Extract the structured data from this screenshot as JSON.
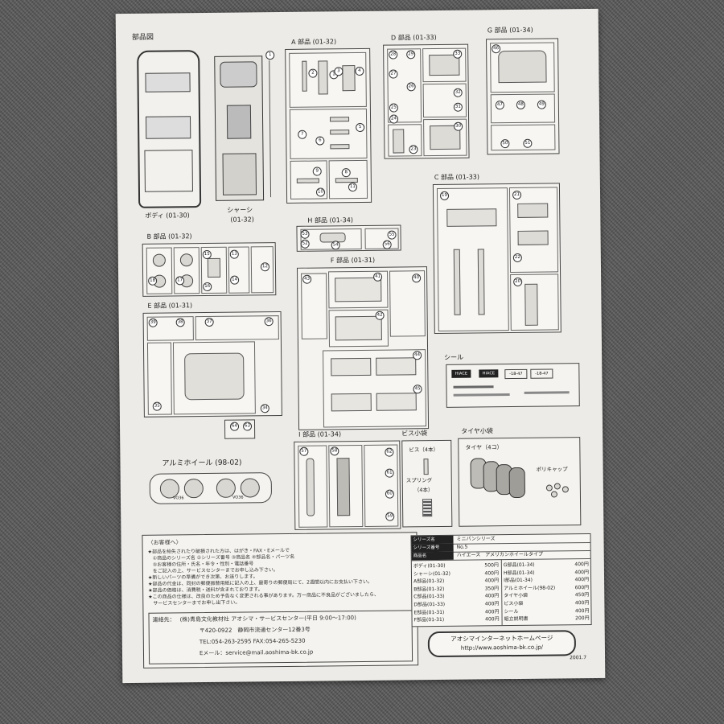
{
  "sheet": {
    "title": "部品図",
    "body": {
      "label": "ボディ (01-30)"
    },
    "chassis": {
      "label": "シャーシ",
      "code": "(01-32)"
    },
    "sections": {
      "A": {
        "title": "A 部品 (01-32)",
        "nums": [
          "1",
          "2",
          "3",
          "4",
          "5",
          "6",
          "7",
          "8",
          "9",
          "10",
          "11"
        ]
      },
      "D": {
        "title": "D 部品 (01-33)",
        "nums": [
          "28",
          "29",
          "27",
          "26",
          "25",
          "24",
          "23",
          "33",
          "32",
          "31",
          "30"
        ]
      },
      "G": {
        "title": "G 部品 (01-34)",
        "nums": [
          "46",
          "47",
          "48",
          "49",
          "50",
          "51"
        ]
      },
      "B": {
        "title": "B 部品 (01-32)",
        "nums": [
          "18",
          "17",
          "16",
          "15",
          "14",
          "13",
          "12"
        ]
      },
      "H": {
        "title": "H 部品 (01-34)",
        "nums": [
          "53",
          "52",
          "54",
          "55",
          "56"
        ]
      },
      "C": {
        "title": "C 部品 (01-33)",
        "nums": [
          "19",
          "21",
          "22",
          "20"
        ]
      },
      "E": {
        "title": "E 部品 (01-31)",
        "nums": [
          "39",
          "38",
          "37",
          "36",
          "35",
          "34",
          "64",
          "63"
        ]
      },
      "F": {
        "title": "F 部品 (01-31)",
        "nums": [
          "43",
          "41",
          "40",
          "42",
          "44",
          "45"
        ]
      },
      "I": {
        "title": "I 部品 (01-34)",
        "nums": [
          "57",
          "58",
          "62",
          "61",
          "60",
          "59"
        ]
      }
    },
    "seal": {
      "title": "シール",
      "plates": [
        "HIACE",
        "HIACE",
        "-18-47",
        "-18-47"
      ]
    },
    "wheel": {
      "title": "アルミホイール (98-02)",
      "tag1": "VO36",
      "tag2": "VO36"
    },
    "screws": {
      "title": "ビス小袋",
      "screw": "ビス（4本）",
      "spring": "スプリング",
      "spring_count": "（4本）"
    },
    "tires": {
      "title": "タイヤ小袋",
      "tire": "タイヤ（4コ）",
      "cap": "ポリキャップ"
    },
    "customer": {
      "heading": "〈お客様へ〉",
      "lines": [
        "★部品を紛失されたり破損された方は、はがき・FAX・Eメールで",
        "　①商品のシリーズ名 ②シリーズ番号 ③商品名 ④部品名・パーツ名",
        "　⑤お客様の住所・氏名・年令・性別・電話番号",
        "　をご記入の上、サービスセンターまでお申し込み下さい。",
        "★新しいパーツの準備ができ次第、お送りします。",
        "★部品の代金は、同封の郵便振替用紙に記入の上、最寄りの郵便局にて、2週間以内にお支払い下さい。",
        "★部品の価格は、消費税・送料が含まれております。",
        "★この商品の仕様は、改良のため予告なく変更される事があります。万一商品に不良品がございましたら、",
        "　サービスセンターまでお申し出下さい。"
      ],
      "contact_label": "連絡先：",
      "company": "(株)青島文化教材社 アオシマ・サービスセンター(平日 9:00～17:00)",
      "postal": "〒420-0922　静岡市流通センター12番3号",
      "tel": "TEL:054-263-2595 FAX:054-265-5230",
      "email": "Eメール：service@mail.aoshima-bk.co.jp"
    },
    "series": {
      "rows": [
        {
          "k": "シリーズ名",
          "v": "ミニバンシリーズ"
        },
        {
          "k": "シリーズ番号",
          "v": "No.5"
        },
        {
          "k": "商品名",
          "v": "ハイエース　アメリカンホイールタイプ"
        }
      ]
    },
    "prices_left": [
      {
        "name": "ボディ(01-30)",
        "price": "500円"
      },
      {
        "name": "シャーシ(01-32)",
        "price": "400円"
      },
      {
        "name": "A部品(01-32)",
        "price": "400円"
      },
      {
        "name": "B部品(01-32)",
        "price": "350円"
      },
      {
        "name": "C部品(01-33)",
        "price": "400円"
      },
      {
        "name": "D部品(01-33)",
        "price": "400円"
      },
      {
        "name": "E部品(01-31)",
        "price": "400円"
      },
      {
        "name": "F部品(01-31)",
        "price": "400円"
      }
    ],
    "prices_right": [
      {
        "name": "G部品(01-34)",
        "price": "400円"
      },
      {
        "name": "H部品(01-34)",
        "price": "400円"
      },
      {
        "name": "I部品(01-34)",
        "price": "400円"
      },
      {
        "name": "アルミホイール(98-02)",
        "price": "600円"
      },
      {
        "name": "タイヤ小袋",
        "price": "450円"
      },
      {
        "name": "ビス小袋",
        "price": "400円"
      },
      {
        "name": "シール",
        "price": "400円"
      },
      {
        "name": "組立説明書",
        "price": "200円"
      }
    ],
    "homepage": {
      "title": "アオシマインターネットホームページ",
      "url": "http://www.aoshima-bk.co.jp/"
    },
    "date": "2001.7"
  }
}
